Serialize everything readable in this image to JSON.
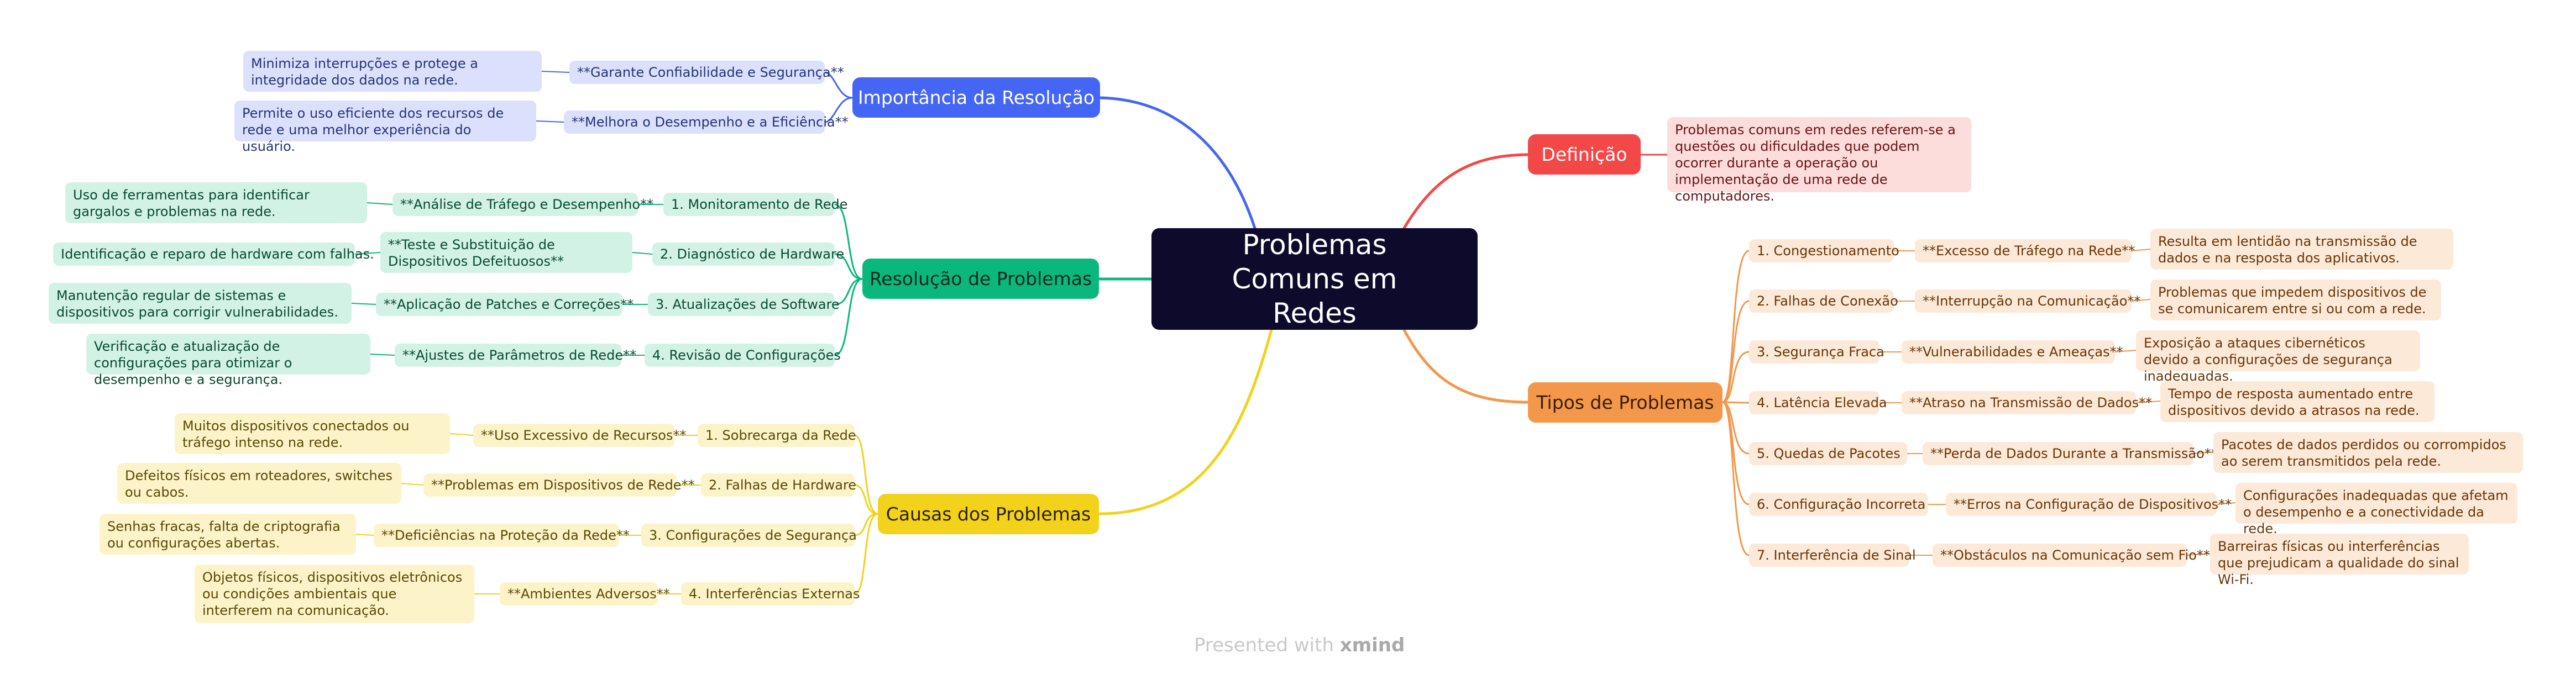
{
  "colors": {
    "center": "#0d0a2b",
    "importancia": "#4566f5",
    "resolucao": "#0ab87d",
    "causas": "#f2d21a",
    "definicao": "#f24848",
    "tipos": "#f3974a"
  },
  "central": "Problemas Comuns em Redes",
  "importancia": {
    "title": "Importância da Resolução",
    "items": [
      {
        "key": "**Garante Confiabilidade e Segurança**",
        "desc": "Minimiza interrupções e protege a integridade dos dados na rede."
      },
      {
        "key": "**Melhora o Desempenho e a Eficiência**",
        "desc": "Permite o uso eficiente dos recursos de rede e uma melhor experiência do usuário."
      }
    ]
  },
  "resolucao": {
    "title": "Resolução de Problemas",
    "items": [
      {
        "label": "1. Monitoramento de Rede",
        "key": "**Análise de Tráfego e Desempenho**",
        "desc": "Uso de ferramentas para identificar gargalos e problemas na rede."
      },
      {
        "label": "2. Diagnóstico de Hardware",
        "key": "**Teste e Substituição de Dispositivos Defeituosos**",
        "desc": "Identificação e reparo de hardware com falhas."
      },
      {
        "label": "3. Atualizações de Software",
        "key": "**Aplicação de Patches e Correções**",
        "desc": "Manutenção regular de sistemas e dispositivos para corrigir vulnerabilidades."
      },
      {
        "label": "4. Revisão de Configurações",
        "key": "**Ajustes de Parâmetros de Rede**",
        "desc": "Verificação e atualização de configurações para otimizar o desempenho e a segurança."
      }
    ]
  },
  "causas": {
    "title": "Causas dos Problemas",
    "items": [
      {
        "label": "1. Sobrecarga da Rede",
        "key": "**Uso Excessivo de Recursos**",
        "desc": "Muitos dispositivos conectados ou tráfego intenso na rede."
      },
      {
        "label": "2. Falhas de Hardware",
        "key": "**Problemas em Dispositivos de Rede**",
        "desc": "Defeitos físicos em roteadores, switches ou cabos."
      },
      {
        "label": "3. Configurações de Segurança",
        "key": "**Deficiências na Proteção da Rede**",
        "desc": "Senhas fracas, falta de criptografia ou configurações abertas."
      },
      {
        "label": "4. Interferências Externas",
        "key": "**Ambientes Adversos**",
        "desc": "Objetos físicos, dispositivos eletrônicos ou condições ambientais que interferem na comunicação."
      }
    ]
  },
  "definicao": {
    "title": "Definição",
    "desc": "Problemas comuns em redes referem-se a questões ou dificuldades que podem ocorrer durante a operação ou implementação de uma rede de computadores."
  },
  "tipos": {
    "title": "Tipos de Problemas",
    "items": [
      {
        "label": "1. Congestionamento",
        "key": "**Excesso de Tráfego na Rede**",
        "desc": "Resulta em lentidão na transmissão de dados e na resposta dos aplicativos."
      },
      {
        "label": "2. Falhas de Conexão",
        "key": "**Interrupção na Comunicação**",
        "desc": "Problemas que impedem dispositivos de se comunicarem entre si ou com a rede."
      },
      {
        "label": "3. Segurança Fraca",
        "key": "**Vulnerabilidades e Ameaças**",
        "desc": "Exposição a ataques cibernéticos devido a configurações de segurança inadequadas."
      },
      {
        "label": "4. Latência Elevada",
        "key": "**Atraso na Transmissão de Dados**",
        "desc": "Tempo de resposta aumentado entre dispositivos devido a atrasos na rede."
      },
      {
        "label": "5. Quedas de Pacotes",
        "key": "**Perda de Dados Durante a Transmissão**",
        "desc": "Pacotes de dados perdidos ou corrompidos ao serem transmitidos pela rede."
      },
      {
        "label": "6. Configuração Incorreta",
        "key": "**Erros na Configuração de Dispositivos**",
        "desc": "Configurações inadequadas que afetam o desempenho e a conectividade da rede."
      },
      {
        "label": "7. Interferência de Sinal",
        "key": "**Obstáculos na Comunicação sem Fio**",
        "desc": "Barreiras físicas ou interferências que prejudicam a qualidade do sinal Wi-Fi."
      }
    ]
  },
  "watermark": {
    "prefix": "Presented with",
    "brand": "xmind"
  }
}
